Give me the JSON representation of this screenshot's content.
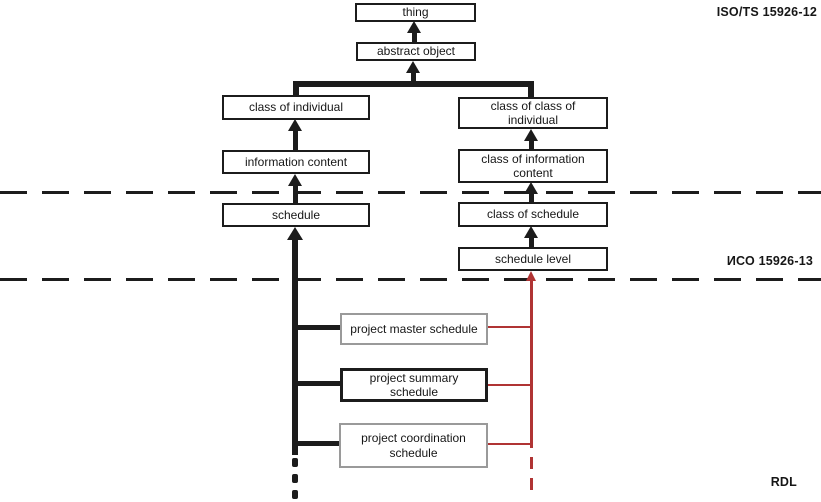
{
  "sections": {
    "iso_ts_15926_12": "ISO/TS 15926-12",
    "iso_15926_13": "ИСО 15926-13",
    "rdl": "RDL"
  },
  "nodes": {
    "thing": "thing",
    "abstract_object": "abstract object",
    "class_of_individual": "class of individual",
    "information_content": "information content",
    "schedule": "schedule",
    "class_of_class_of_individual": "class of class of\nindividual",
    "class_of_information_content": "class of information\ncontent",
    "class_of_schedule": "class of schedule",
    "schedule_level": "schedule level",
    "project_master_schedule": "project master schedule",
    "project_summary_schedule": "project summary\nschedule",
    "project_coordination_schedule": "project coordination\nschedule"
  },
  "colors": {
    "line_black": "#1c1c1c",
    "line_red": "#b03434",
    "gray_box_border": "#9a9a9a",
    "background": "#ffffff"
  }
}
